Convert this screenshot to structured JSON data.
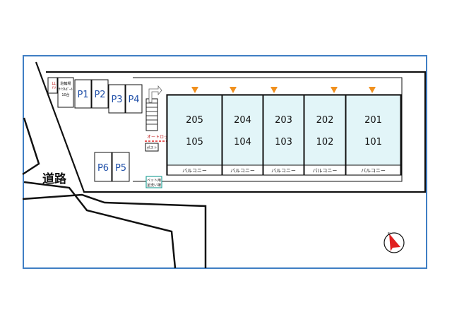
{
  "road": {
    "label": "道路"
  },
  "facilities": {
    "trash": "ゴミ",
    "bicycle_line1": "駐輪場",
    "bicycle_line2": "ｻｲｸﾙﾎﾟｰﾄ",
    "bicycle_line3": "10台",
    "autolock": "オートロック",
    "mailbox": "ポスト",
    "pet_line1": "ペット用",
    "pet_line2": "足洗い場"
  },
  "parking": {
    "p1": "P1",
    "p2": "P2",
    "p3": "P3",
    "p4": "P4",
    "p5": "P5",
    "p6": "P6"
  },
  "units": [
    {
      "upper": "205",
      "lower": "105",
      "balcony": "バルコニー"
    },
    {
      "upper": "204",
      "lower": "104",
      "balcony": "バルコニー"
    },
    {
      "upper": "203",
      "lower": "103",
      "balcony": "バルコニー"
    },
    {
      "upper": "202",
      "lower": "102",
      "balcony": "バルコニー"
    },
    {
      "upper": "201",
      "lower": "101",
      "balcony": "バルコニー"
    }
  ],
  "compass": {
    "label": "N",
    "icon": "north-arrow-icon",
    "color": "#e02020"
  },
  "colors": {
    "frame": "#3f7ec4",
    "unit_fill": "#e2f5f8",
    "entrance_arrow": "#f0901e",
    "parking_text": "#1f4fa8",
    "autolock_line": "#e02020",
    "pet_border": "#2aa39a"
  }
}
